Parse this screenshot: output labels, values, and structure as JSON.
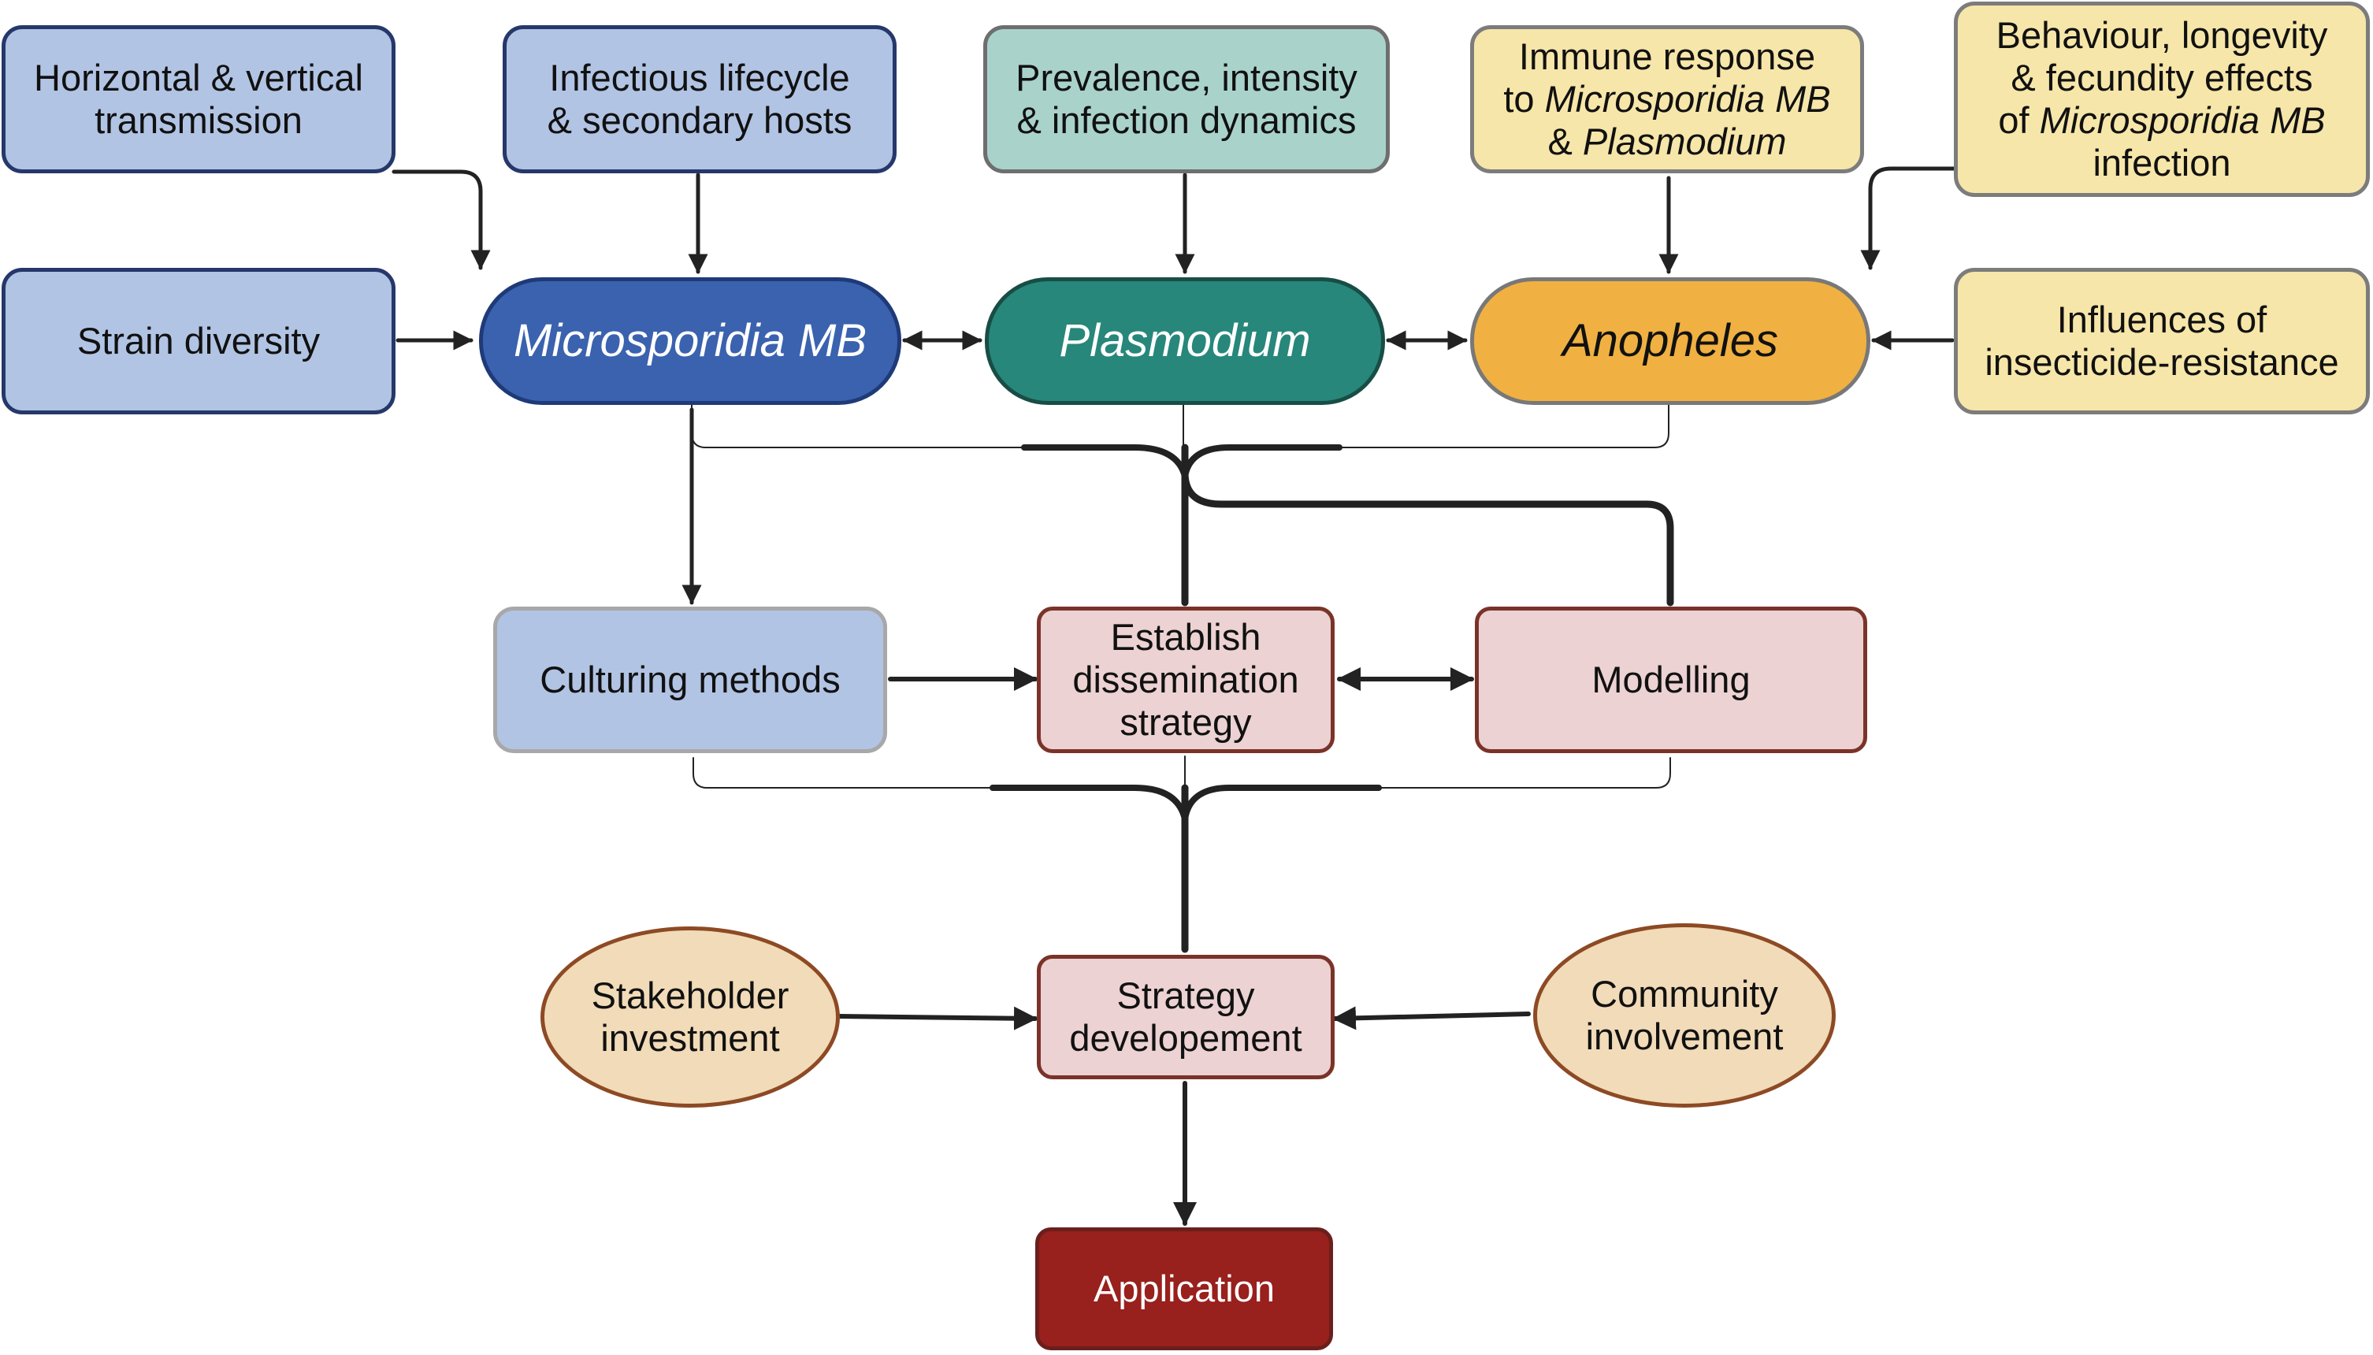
{
  "inputs": {
    "horizontal_vertical": [
      "Horizontal & vertical",
      "transmission"
    ],
    "infectious_lifecycle": [
      "Infectious lifecycle",
      "& secondary hosts"
    ],
    "prevalence": [
      "Prevalence, intensity",
      "& infection dynamics"
    ],
    "immune_response": {
      "line1": "Immune response",
      "line2_prefix": "to ",
      "line2_italic": "Microsporidia MB",
      "line3_prefix": "& ",
      "line3_italic": "Plasmodium"
    },
    "behaviour": {
      "line1": "Behaviour, longevity",
      "line2": "& fecundity effects",
      "line3_prefix": "of ",
      "line3_italic": "Microsporidia MB",
      "line4": "infection"
    },
    "strain_diversity": "Strain diversity",
    "insecticide": [
      "Influences of",
      "insecticide-resistance"
    ]
  },
  "core": {
    "microsporidia": "Microsporidia MB",
    "plasmodium": "Plasmodium",
    "anopheles": "Anopheles"
  },
  "methods": {
    "culturing": "Culturing methods",
    "dissemination": [
      "Establish",
      "dissemination",
      "strategy"
    ],
    "modelling": "Modelling"
  },
  "strategy": {
    "stakeholder": [
      "Stakeholder",
      "investment"
    ],
    "development": [
      "Strategy",
      "developement"
    ],
    "community": [
      "Community",
      "involvement"
    ]
  },
  "application": "Application",
  "colors": {
    "input_blue": "#b2c4e4",
    "input_teal": "#a9d2cb",
    "input_yellow": "#f6e6a9",
    "microsporidia": "#3a62ae",
    "plasmodium": "#27877a",
    "anopheles": "#f0b142",
    "method_pink": "#ecd2d2",
    "oval_tan": "#f1dbb8",
    "application_red": "#98201d",
    "arrow": "#222222"
  }
}
